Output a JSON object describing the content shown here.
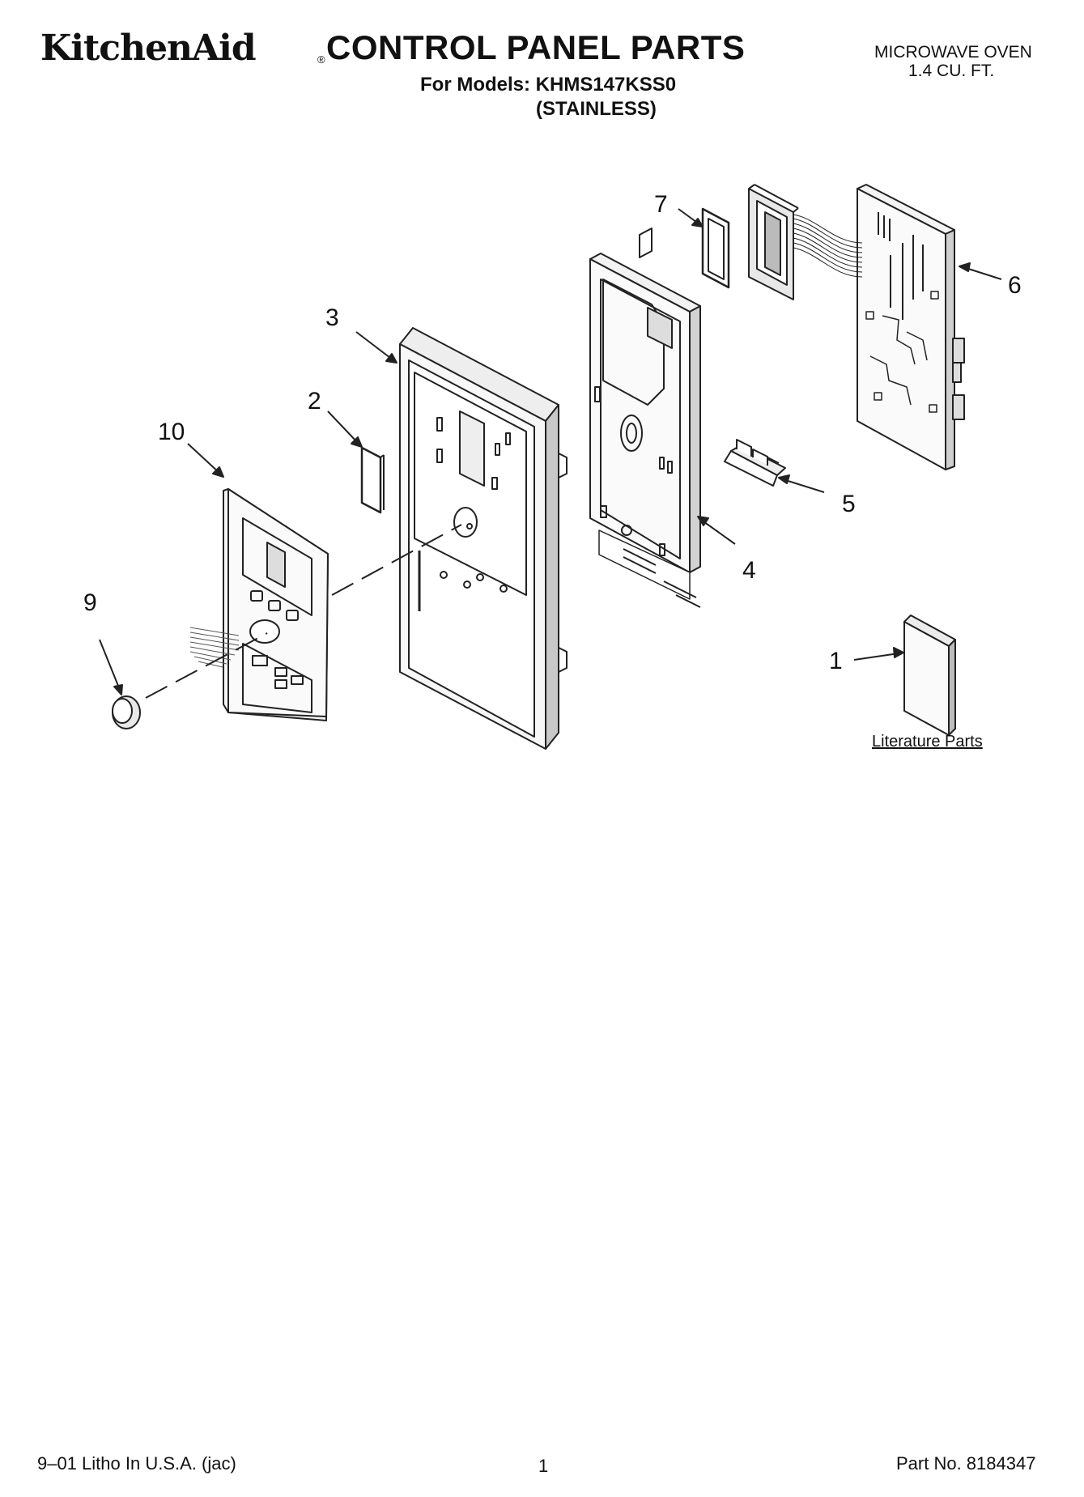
{
  "header": {
    "brand": "KitchenAid",
    "registered_mark": "®",
    "title": "CONTROL PANEL PARTS",
    "models_line": "For Models: KHMS147KSS0",
    "variant_line": "(STAINLESS)",
    "product_type": "MICROWAVE OVEN",
    "capacity": "1.4 CU. FT."
  },
  "diagram": {
    "callouts": [
      "1",
      "2",
      "3",
      "4",
      "5",
      "6",
      "7",
      "9",
      "10"
    ],
    "literature_label": "Literature Parts"
  },
  "footer": {
    "print_info": "9–01 Litho In U.S.A. (jac)",
    "page_number": "1",
    "part_number": "Part No. 8184347"
  }
}
